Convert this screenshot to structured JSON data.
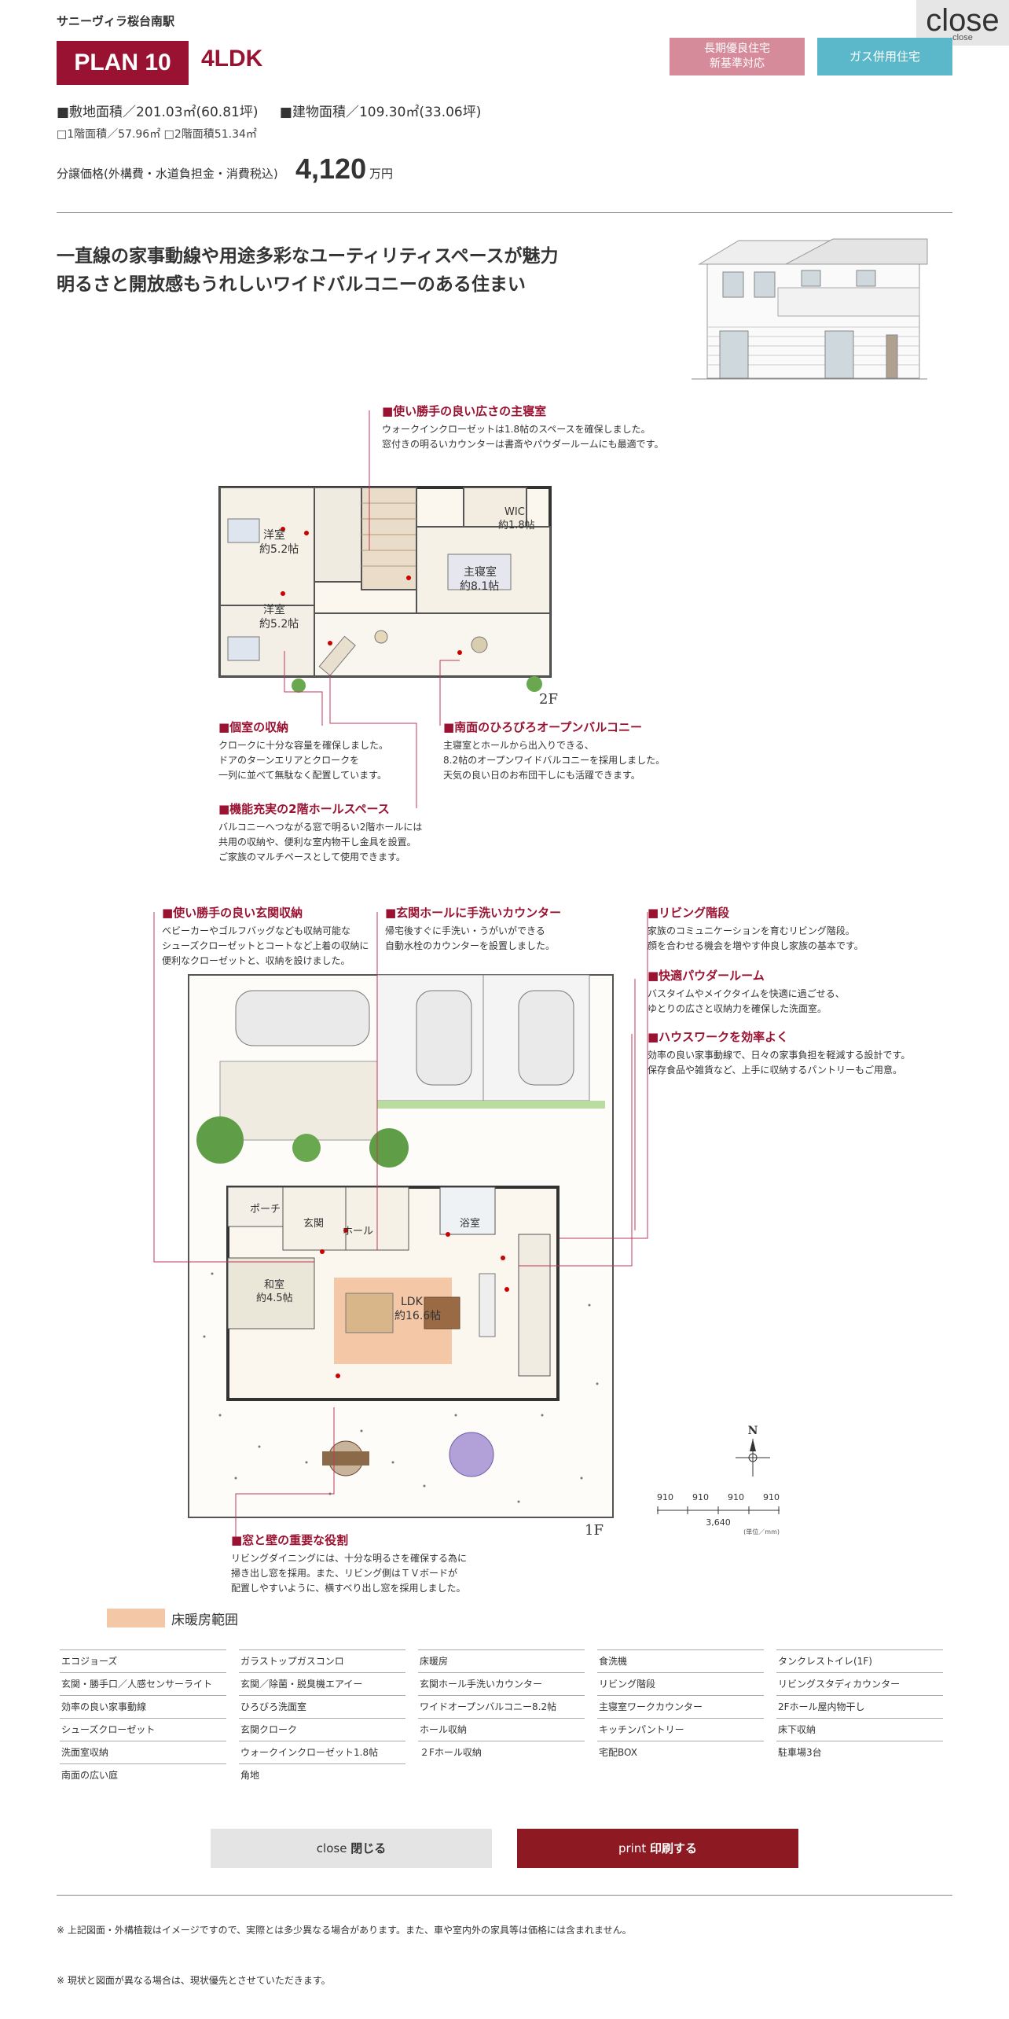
{
  "header": {
    "close_big": "close",
    "close_small": "close",
    "station": "サニーヴィラ桜台南駅",
    "plan": "PLAN 10",
    "layout": "4LDK",
    "badge_long_life_line1": "長期優良住宅",
    "badge_long_life_line2": "新基準対応",
    "badge_gas": "ガス併用住宅"
  },
  "specs": {
    "land_area": "■敷地面積／201.03㎡(60.81坪)",
    "building_area": "■建物面積／109.30㎡(33.06坪)",
    "floor_areas": "□1階面積／57.96㎡ □2階面積51.34㎡",
    "price_label": "分譲価格(外構費・水道負担金・消費税込)",
    "price_value": "4,120",
    "price_unit": "万円"
  },
  "headline": {
    "line1": "一直線の家事動線や用途多彩なユーティリティスペースが魅力",
    "line2": "明るさと開放感もうれしいワイドバルコニーのある住まい"
  },
  "floor2": {
    "label": "2F",
    "rooms": {
      "western1": "洋室",
      "western1_size": "約5.2帖",
      "western2": "洋室",
      "western2_size": "約5.2帖",
      "master": "主寝室",
      "master_size": "約8.1帖",
      "wic": "WIC",
      "wic_size": "約1.8帖"
    },
    "callouts": [
      {
        "title": "■使い勝手の良い広さの主寝室",
        "body": [
          "ウォークインクローゼットは1.8帖のスペースを確保しました。",
          "窓付きの明るいカウンターは書斎やパウダールームにも最適です。"
        ]
      },
      {
        "title": "■個室の収納",
        "body": [
          "クロークに十分な容量を確保しました。",
          "ドアのターンエリアとクロークを",
          "一列に並べて無駄なく配置しています。"
        ]
      },
      {
        "title": "■南面のひろびろオープンバルコニー",
        "body": [
          "主寝室とホールから出入りできる、",
          "8.2帖のオープンワイドバルコニーを採用しました。",
          "天気の良い日のお布団干しにも活躍できます。"
        ]
      },
      {
        "title": "■機能充実の2階ホールスペース",
        "body": [
          "バルコニーへつながる窓で明るい2階ホールには",
          "共用の収納や、便利な室内物干し金具を設置。",
          "ご家族のマルチペースとして使用できます。"
        ]
      }
    ]
  },
  "floor1": {
    "label": "1F",
    "rooms": {
      "porch": "ポーチ",
      "entrance": "玄関",
      "hall": "ホール",
      "bath": "浴室",
      "washitsu": "和室",
      "washitsu_size": "約4.5帖",
      "ldk": "LDK",
      "ldk_size": "約16.6帖"
    },
    "callouts": [
      {
        "title": "■使い勝手の良い玄関収納",
        "body": [
          "ベビーカーやゴルフバッグなども収納可能な",
          "シューズクローゼットとコートなど上着の収納に",
          "便利なクローゼットと、収納を設けました。"
        ]
      },
      {
        "title": "■玄関ホールに手洗いカウンター",
        "body": [
          "帰宅後すぐに手洗い・うがいができる",
          "自動水栓のカウンターを設置しました。"
        ]
      },
      {
        "title": "■リビング階段",
        "body": [
          "家族のコミュニケーションを育むリビング階段。",
          "顔を合わせる機会を増やす仲良し家族の基本です。"
        ]
      },
      {
        "title": "■快適パウダールーム",
        "body": [
          "バスタイムやメイクタイムを快適に過ごせる、",
          "ゆとりの広さと収納力を確保した洗面室。"
        ]
      },
      {
        "title": "■ハウスワークを効率よく",
        "body": [
          "効率の良い家事動線で、日々の家事負担を軽減する設計です。",
          "保存食品や雑貨など、上手に収納するパントリーもご用意。"
        ]
      },
      {
        "title": "■窓と壁の重要な役割",
        "body": [
          "リビングダイニングには、十分な明るさを確保する為に",
          "掃き出し窓を採用。また、リビング側はＴＶボードが",
          "配置しやすいように、横すべり出し窓を採用しました。"
        ]
      }
    ],
    "compass": "N",
    "scale_segments": [
      "910",
      "910",
      "910",
      "910"
    ],
    "scale_total": "3,640",
    "scale_unit": "(単位／mm)"
  },
  "legend": {
    "heated_floor": "床暖房範囲",
    "heated_color": "#f4c8a6"
  },
  "equipment": {
    "col1": [
      "エコジョーズ",
      "玄関・勝手口／人感センサーライト",
      "効率の良い家事動線",
      "シューズクローゼット",
      "洗面室収納",
      "南面の広い庭"
    ],
    "col2": [
      "ガラストップガスコンロ",
      "玄関／除菌・脱臭機エアイー",
      "ひろびろ洗面室",
      "玄関クローク",
      "ウォークインクローゼット1.8帖",
      "角地"
    ],
    "col3": [
      "床暖房",
      "玄関ホール手洗いカウンター",
      "ワイドオープンバルコニー8.2帖",
      "ホール収納",
      "２Fホール収納"
    ],
    "col4": [
      "食洗機",
      "リビング階段",
      "主寝室ワークカウンター",
      "キッチンパントリー",
      "宅配BOX"
    ],
    "col5": [
      "タンクレストイレ(1F)",
      "リビングスタディカウンター",
      "2Fホール屋内物干し",
      "床下収納",
      "駐車場3台"
    ]
  },
  "buttons": {
    "close_en": "close",
    "close_ja": "閉じる",
    "print_en": "print",
    "print_ja": "印刷する"
  },
  "notes": {
    "note1": "※ 上記図面・外構植栽はイメージですので、実際とは多少異なる場合があります。また、車や室内外の家具等は価格には含まれません。",
    "note2": "※ 現状と図面が異なる場合は、現状優先とさせていただきます。"
  },
  "colors": {
    "brand": "#9a1232",
    "pink_badge": "#d68b9a",
    "teal_badge": "#5bb7ca",
    "print_button": "#8d1a22"
  }
}
